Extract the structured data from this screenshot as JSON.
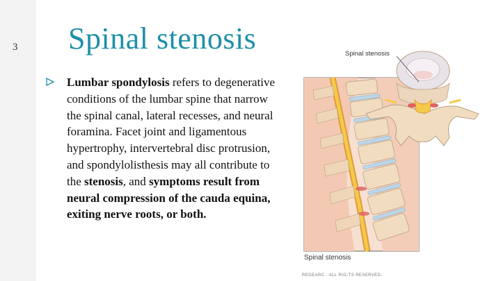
{
  "slide": {
    "number": "3",
    "title": "Spinal stenosis"
  },
  "body": {
    "segments": [
      {
        "text": "Lumbar spondylosis",
        "bold": true
      },
      {
        "text": " refers to degenerative conditions of the lumbar spine that narrow the spinal canal, lateral recesses, and neural foramina. Facet joint and ligamentous hypertrophy, intervertebral disc protrusion, and spondylolisthesis may all contribute to the ",
        "bold": false
      },
      {
        "text": "stenosis",
        "bold": true
      },
      {
        "text": ", and ",
        "bold": false
      },
      {
        "text": "symptoms result from neural compression of the cauda equina, exiting nerve roots, or both.",
        "bold": true
      }
    ]
  },
  "figure": {
    "label_top": "Spinal stenosis",
    "label_bottom": "Spinal stenosis",
    "copyright": "REGEARC - ALL RIG-TS RESERVED."
  },
  "colors": {
    "title": "#1e8fa8",
    "bullet": "#1e8fa8",
    "side_band": "#f3f3f3",
    "bone": "#f1dcc0",
    "disc": "#bcd6e8",
    "nerve": "#f2c040",
    "tissue": "#f0c0a8"
  }
}
